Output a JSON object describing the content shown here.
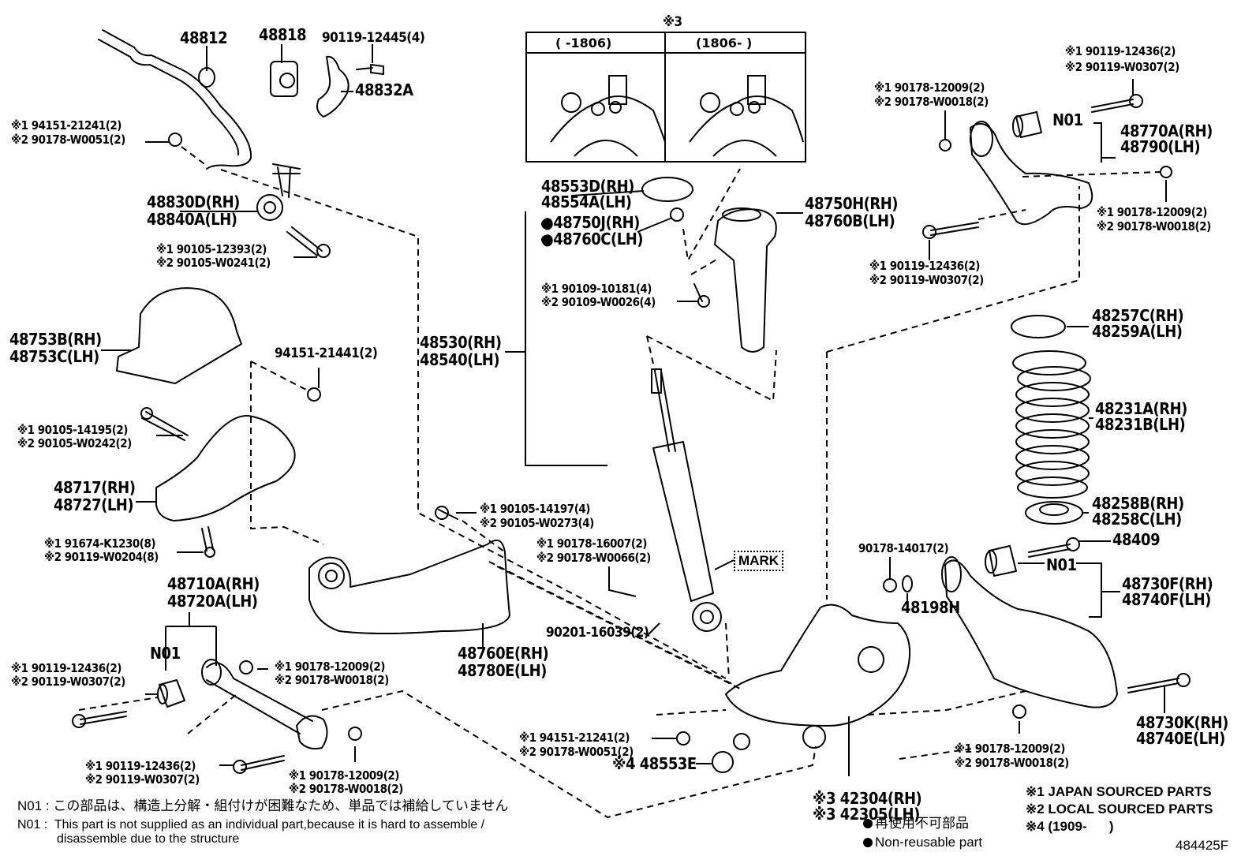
{
  "diagram": {
    "figure_id": "484425F",
    "inset": {
      "title": "※3",
      "col_left": "(      -1806)",
      "col_right": "(1806-       )"
    },
    "parts": {
      "stabilizer_bar": "48812",
      "stabilizer_bushing": "48818",
      "bracket_bolt": "90119-12445(4)",
      "stabilizer_bracket": "48832A",
      "stab_nut_1": "※1 94151-21241(2)",
      "stab_nut_2": "※2 90178-W0051(2)",
      "stab_link_rh": "48830D(RH)",
      "stab_link_lh": "48840A(LH)",
      "link_bolt_1": "※1 90105-12393(2)",
      "link_bolt_2": "※2 90105-W0241(2)",
      "cover_rh": "48753B(RH)",
      "cover_lh": "48753C(LH)",
      "nut_94151": "94151-21441(2)",
      "bracket_bolt_1": "※1 90105-14195(2)",
      "bracket_bolt_2": "※2 90105-W0242(2)",
      "bracket_rh": "48717(RH)",
      "bracket_lh": "48727(LH)",
      "bracket_screw_1": "※1 91674-K1230(8)",
      "bracket_screw_2": "※2 90119-W0204(8)",
      "arm_upper_rh": "48710A(RH)",
      "arm_upper_lh": "48720A(LH)",
      "n01_left": "N01",
      "left_bolt_1": "※1 90119-12436(2)",
      "left_bolt_2": "※2 90119-W0307(2)",
      "left_nut_1": "※1 90178-12009(2)",
      "left_nut_2": "※2 90178-W0018(2)",
      "lower_bolt_1": "※1 90119-12436(2)",
      "lower_bolt_2": "※2 90119-W0307(2)",
      "lower_nut_1": "※1 90178-12009(2)",
      "lower_nut_2": "※2 90178-W0018(2)",
      "trailing_bolt_1": "※1 90105-14197(4)",
      "trailing_bolt_2": "※2 90105-W0273(4)",
      "trailing_arm_rh": "48760E(RH)",
      "trailing_arm_lh": "48780E(LH)",
      "shock_nut_1": "※1 90178-16007(2)",
      "shock_nut_2": "※2 90178-W0066(2)",
      "washer": "90201-16039(2)",
      "mark": "MARK",
      "cap_rh": "48553D(RH)",
      "cap_lh": "48554A(LH)",
      "nut_rh": "●48750J(RH)",
      "nut_lh": "●48760C(LH)",
      "shock_rh": "48530(RH)",
      "shock_lh": "48540(LH)",
      "mount_bolt_1": "※1 90109-10181(4)",
      "mount_bolt_2": "※2 90109-W0026(4)",
      "support_rh": "48750H(RH)",
      "support_lh": "48760B(LH)",
      "tr_bolt_1": "※1 90119-12436(2)",
      "tr_bolt_2": "※2 90119-W0307(2)",
      "tr_nut_1": "※1 90178-12009(2)",
      "tr_nut_2": "※2 90178-W0018(2)",
      "n01_top": "N01",
      "arm_top_rh": "48770A(RH)",
      "arm_top_lh": "48790(LH)",
      "r_nut_1": "※1 90178-12009(2)",
      "r_nut_2": "※2 90178-W0018(2)",
      "r_bolt_1": "※1 90119-12436(2)",
      "r_bolt_2": "※2 90119-W0307(2)",
      "insulator_upper_rh": "48257C(RH)",
      "insulator_upper_lh": "48259A(LH)",
      "spring_rh": "48231A(RH)",
      "spring_lh": "48231B(LH)",
      "insulator_lower_rh": "48258B(RH)",
      "insulator_lower_lh": "48258C(LH)",
      "bolt_48409": "48409",
      "nut_14017": "90178-14017(2)",
      "washer_48198h": "48198H",
      "n01_right": "N01",
      "lower_arm_rh": "48730F(RH)",
      "lower_arm_lh": "48740F(LH)",
      "knuckle_nut_1": "※1 94151-21241(2)",
      "knuckle_nut_2": "※2 90178-W0051(2)",
      "bushing_48553e": "※4 48553E",
      "knuckle_rh": "※3 42304(RH)",
      "knuckle_lh": "※3 42305(LH)",
      "br_nut_1": "※1 90178-12009(2)",
      "br_nut_2": "※2 90178-W0018(2)",
      "br_bolt_rh": "48730K(RH)",
      "br_bolt_lh": "48740E(LH)"
    },
    "notes": {
      "n01_jp": "N01 : この部品は、構造上分解・組付けが困難なため、単品では補給していません",
      "n01_en_1": "N01 :  This part is not supplied as an individual part,because it is hard to assemble /",
      "n01_en_2": "disassemble due to the structure",
      "legend_jp": "● 再使用不可部品",
      "legend_en": "● Non-reusable part",
      "src_1": "※1 JAPAN SOURCED PARTS",
      "src_2": "※2 LOCAL SOURCED PARTS",
      "src_4": "※4 (1909-      )"
    }
  }
}
